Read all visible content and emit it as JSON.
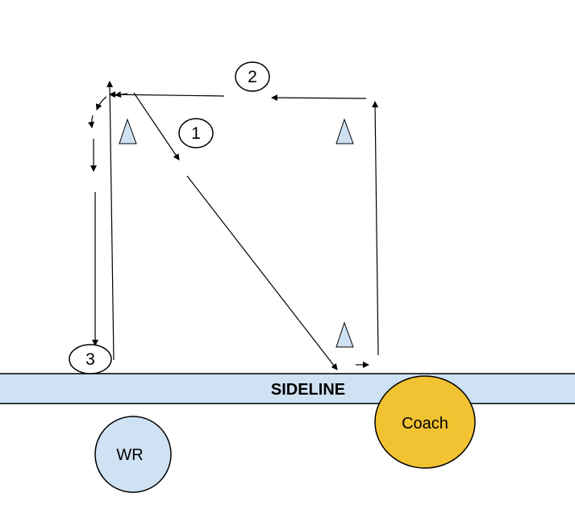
{
  "sideline": {
    "label": "SIDELINE",
    "fill": "#cfe2f3"
  },
  "players": {
    "wr": {
      "label": "WR",
      "fill": "#cfe2f3"
    },
    "coach": {
      "label": "Coach",
      "fill": "#f1c232"
    }
  },
  "steps": [
    "1",
    "2",
    "3"
  ],
  "cone_color": "#cfe2f3",
  "line_color": "#000000"
}
